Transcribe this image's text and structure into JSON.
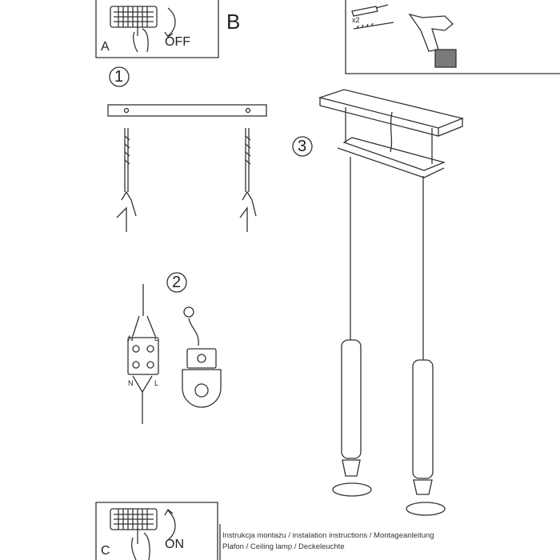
{
  "panel_a": {
    "label": "A",
    "action": "OFF"
  },
  "section_b": {
    "label": "B"
  },
  "tools": {
    "quantity": "x2"
  },
  "steps": [
    {
      "number": "1"
    },
    {
      "number": "2",
      "wire_labels": [
        "N",
        "L",
        "N",
        "L"
      ]
    },
    {
      "number": "3"
    }
  ],
  "panel_c": {
    "label": "C",
    "action": "ON"
  },
  "footer": {
    "line1": "Instrukcja montażu / instalation instructions / Montageanleitung",
    "line2": "Plafon / Ceiling lamp / Deckeleuchte"
  }
}
